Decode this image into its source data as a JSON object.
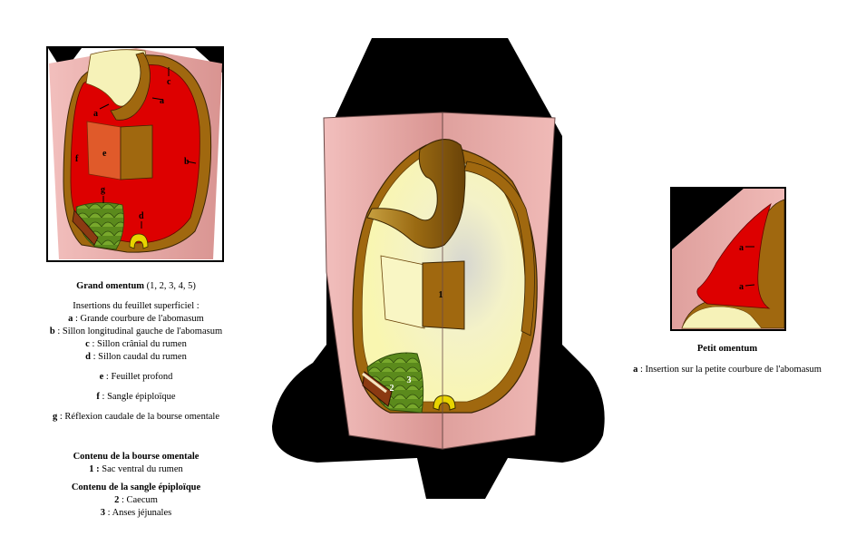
{
  "colors": {
    "pink": "#e8aaa8",
    "red": "#dd0000",
    "brown": "#a0680f",
    "cream": "#f6f2b8",
    "green": "#5e8a1e",
    "yellow": "#e8d400",
    "black": "#000000",
    "orange": "#e05a2a"
  },
  "center_labels": {
    "n1": "1",
    "n2": "2",
    "n3": "3"
  },
  "inset_left_labels": {
    "a1": "a",
    "a2": "a",
    "b": "b",
    "c": "c",
    "d": "d",
    "e": "e",
    "f": "f",
    "g": "g"
  },
  "inset_right_labels": {
    "a1": "a",
    "a2": "a"
  },
  "legend_left": {
    "title": "Grand omentum",
    "title_refs": "(1, 2, 3, 4, 5)",
    "insertions_header": "Insertions du feuillet superficiel :",
    "items": [
      {
        "key": "a",
        "sep": " : ",
        "text": "Grande courbure de l'abomasum"
      },
      {
        "key": "b",
        "sep": " : ",
        "text": "Sillon longitudinal gauche de l'abomasum"
      },
      {
        "key": "c",
        "sep": " : ",
        "text": "Sillon crânial du rumen"
      },
      {
        "key": "d",
        "sep": " : ",
        "text": "Sillon caudal du rumen"
      }
    ],
    "e_item": {
      "key": "e",
      "sep": " : ",
      "text": "Feuillet profond"
    },
    "f_item": {
      "key": "f",
      "sep": "  : ",
      "text": "Sangle épiploïque"
    },
    "g_item": {
      "key": "g",
      "sep": " : ",
      "text": "Réflexion caudale de la bourse omentale"
    },
    "bourse_title": "Contenu de la bourse omentale",
    "bourse_item": {
      "key": "1 :",
      "text": " Sac ventral du rumen"
    },
    "sangle_title": "Contenu de la sangle épiploïque",
    "sangle_items": [
      {
        "key": "2",
        "text": " : Caecum"
      },
      {
        "key": "3",
        "text": " : Anses jéjunales"
      }
    ]
  },
  "legend_right": {
    "title": "Petit omentum",
    "item": {
      "key": "a",
      "text": " : Insertion sur la petite courbure de l'abomasum"
    }
  }
}
